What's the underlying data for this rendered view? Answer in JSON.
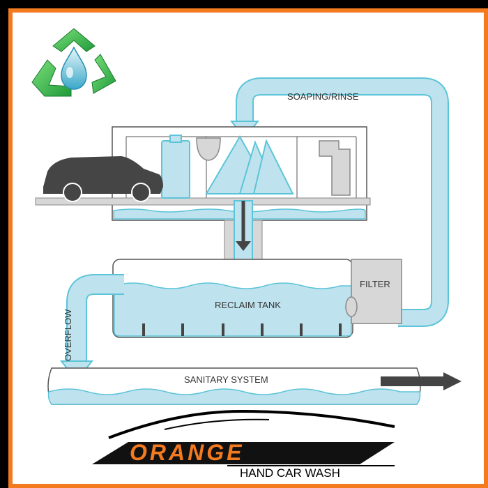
{
  "labels": {
    "soaping_rinse": "SOAPING/RINSE",
    "filter": "FILTER",
    "reclaim_tank": "RECLAIM TANK",
    "overflow": "OVERFLOW",
    "sanitary_system": "SANITARY SYSTEM"
  },
  "logo": {
    "brand": "ORANGE",
    "tagline": "HAND CAR WASH"
  },
  "colors": {
    "frame_border": "#f47a20",
    "water": "#bfe3ee",
    "pipe_stroke": "#5cc4d8",
    "gray": "#d7d7d7",
    "dark": "#444444",
    "recycle_green": "#2db44a"
  },
  "icons": {
    "recycle": "recycle-water-drop-icon",
    "car": "car-icon",
    "flow_arrow": "arrow-icon"
  }
}
